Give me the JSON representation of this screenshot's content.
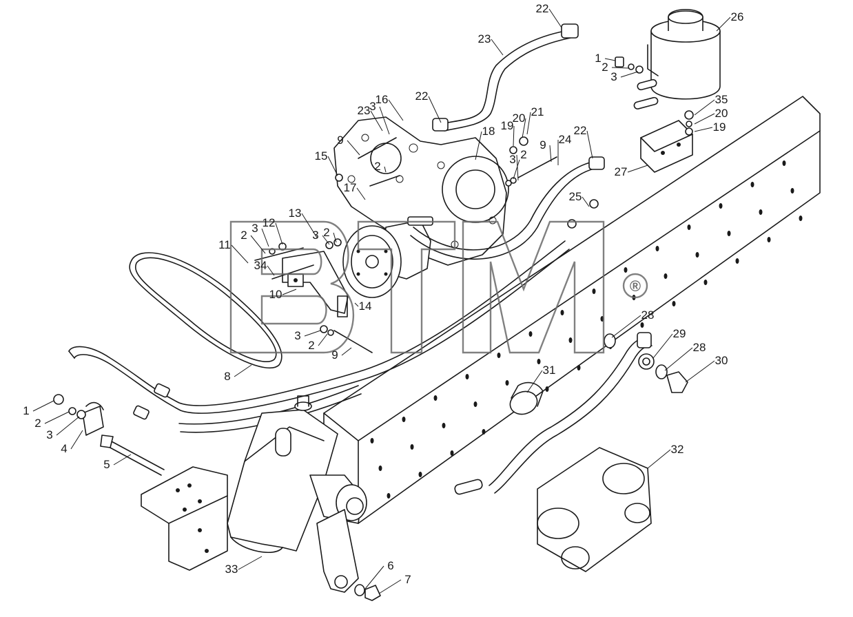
{
  "diagram": {
    "colors": {
      "line": "#1a1a1a",
      "watermark": "#6a6a6a",
      "background": "#ffffff"
    },
    "watermark": {
      "text": "BTM",
      "registered_mark": "®"
    },
    "callouts": [
      {
        "id": "c22a",
        "text": "22"
      },
      {
        "id": "c26",
        "text": "26"
      },
      {
        "id": "c23",
        "text": "23"
      },
      {
        "id": "c1a",
        "text": "1"
      },
      {
        "id": "c2a",
        "text": "2"
      },
      {
        "id": "c3a",
        "text": "3"
      },
      {
        "id": "c16",
        "text": "16"
      },
      {
        "id": "c22b",
        "text": "22"
      },
      {
        "id": "c23b",
        "text": "23"
      },
      {
        "id": "c3b",
        "text": "3"
      },
      {
        "id": "c9a",
        "text": "9"
      },
      {
        "id": "c18",
        "text": "18"
      },
      {
        "id": "c19a",
        "text": "19"
      },
      {
        "id": "c20a",
        "text": "20"
      },
      {
        "id": "c21",
        "text": "21"
      },
      {
        "id": "c35",
        "text": "35"
      },
      {
        "id": "c20b",
        "text": "20"
      },
      {
        "id": "c19b",
        "text": "19"
      },
      {
        "id": "c2b",
        "text": "2"
      },
      {
        "id": "c15",
        "text": "15"
      },
      {
        "id": "c9b",
        "text": "9"
      },
      {
        "id": "c22c",
        "text": "22"
      },
      {
        "id": "c24",
        "text": "24"
      },
      {
        "id": "c3c",
        "text": "3"
      },
      {
        "id": "c2c",
        "text": "2"
      },
      {
        "id": "c27",
        "text": "27"
      },
      {
        "id": "c17",
        "text": "17"
      },
      {
        "id": "c25",
        "text": "25"
      },
      {
        "id": "c13",
        "text": "13"
      },
      {
        "id": "c12",
        "text": "12"
      },
      {
        "id": "c3d",
        "text": "3"
      },
      {
        "id": "c2d",
        "text": "2"
      },
      {
        "id": "c3e",
        "text": "3"
      },
      {
        "id": "c2e",
        "text": "2"
      },
      {
        "id": "c11",
        "text": "11"
      },
      {
        "id": "c34",
        "text": "34"
      },
      {
        "id": "c10",
        "text": "10"
      },
      {
        "id": "c14",
        "text": "14"
      },
      {
        "id": "c28a",
        "text": "28"
      },
      {
        "id": "c3f",
        "text": "3"
      },
      {
        "id": "c2f",
        "text": "2"
      },
      {
        "id": "c9c",
        "text": "9"
      },
      {
        "id": "c29",
        "text": "29"
      },
      {
        "id": "c28b",
        "text": "28"
      },
      {
        "id": "c30",
        "text": "30"
      },
      {
        "id": "c8",
        "text": "8"
      },
      {
        "id": "c31",
        "text": "31"
      },
      {
        "id": "c1b",
        "text": "1"
      },
      {
        "id": "c2g",
        "text": "2"
      },
      {
        "id": "c3g",
        "text": "3"
      },
      {
        "id": "c4",
        "text": "4"
      },
      {
        "id": "c5",
        "text": "5"
      },
      {
        "id": "c32",
        "text": "32"
      },
      {
        "id": "c33",
        "text": "33"
      },
      {
        "id": "c6",
        "text": "6"
      },
      {
        "id": "c7",
        "text": "7"
      }
    ]
  }
}
